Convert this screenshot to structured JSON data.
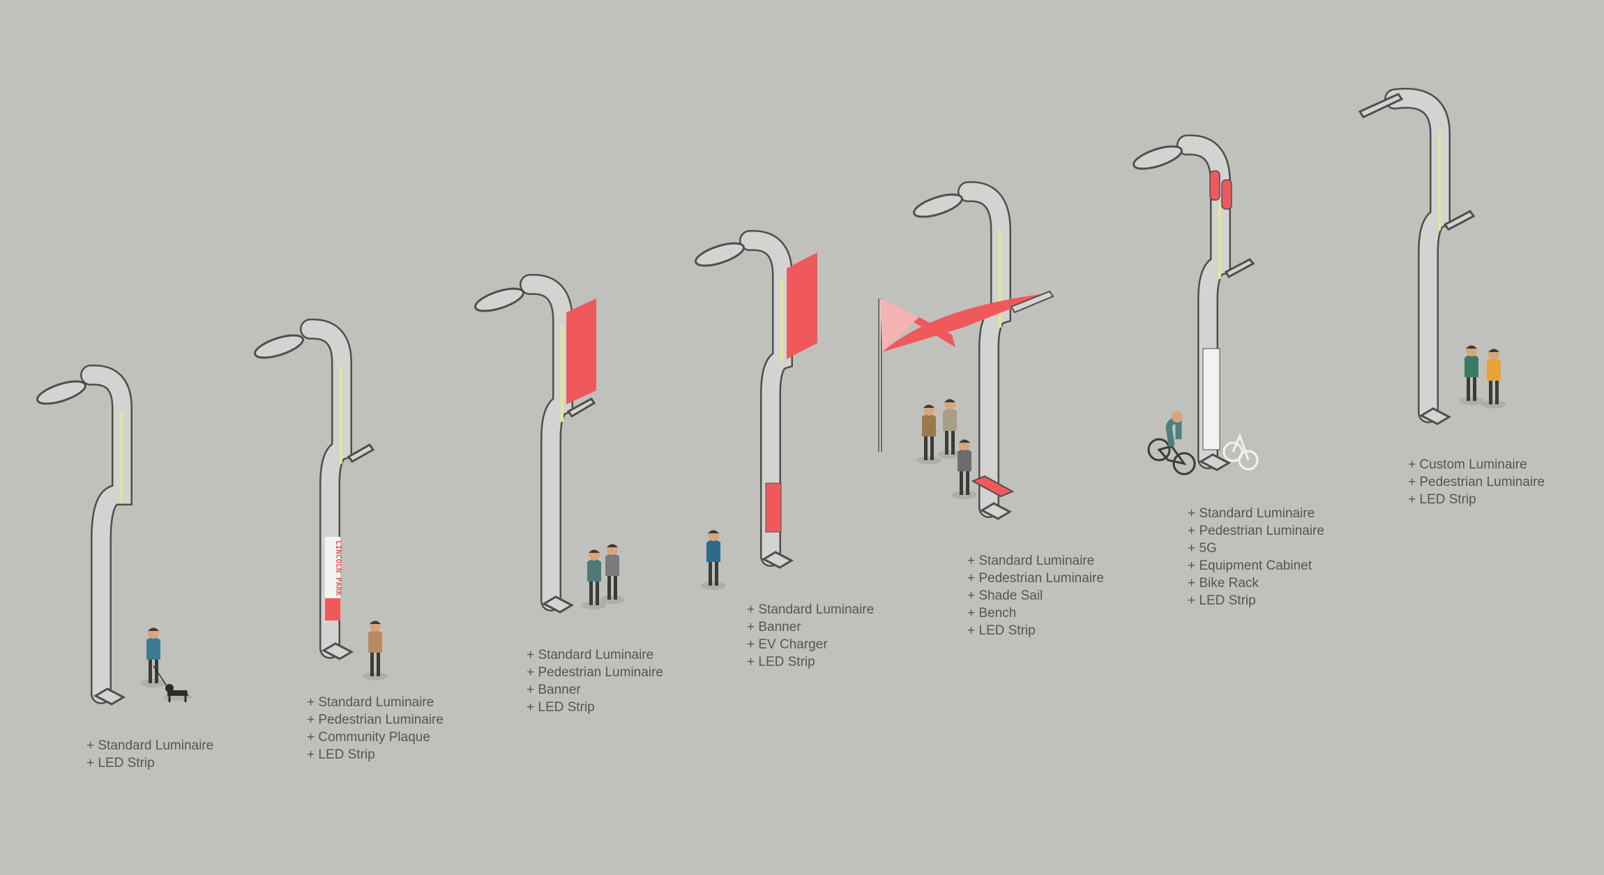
{
  "poles": [
    {
      "id": "pole-1",
      "features": [
        "+ Standard Luminaire",
        "+ LED Strip"
      ]
    },
    {
      "id": "pole-2",
      "features": [
        "+ Standard Luminaire",
        "+ Pedestrian Luminaire",
        "+ Community Plaque",
        "+ LED Strip"
      ],
      "plaque_text": "LINCOLN PARK"
    },
    {
      "id": "pole-3",
      "features": [
        "+ Standard Luminaire",
        "+ Pedestrian Luminaire",
        "+ Banner",
        "+ LED Strip"
      ]
    },
    {
      "id": "pole-4",
      "features": [
        "+ Standard Luminaire",
        "+ Banner",
        "+ EV Charger",
        "+ LED Strip"
      ]
    },
    {
      "id": "pole-5",
      "features": [
        "+ Standard Luminaire",
        "+ Pedestrian Luminaire",
        "+ Shade Sail",
        "+ Bench",
        "+ LED Strip"
      ]
    },
    {
      "id": "pole-6",
      "features": [
        "+ Standard Luminaire",
        "+ Pedestrian Luminaire",
        "+ 5G",
        "+ Equipment Cabinet",
        "+ Bike Rack",
        "+ LED Strip"
      ]
    },
    {
      "id": "pole-7",
      "features": [
        "+ Custom Luminaire",
        "+ Pedestrian Luminaire",
        "+ LED Strip"
      ]
    }
  ],
  "colors": {
    "background": "#c0c1bd",
    "accent_red": "#f0595c",
    "accent_pink": "#f6b3b4",
    "pole_fill": "#d3d4d1",
    "pole_stroke": "#4e4f4c",
    "led_strip": "#e6e29c",
    "text": "#555652"
  },
  "icons": [
    "street-lamp-icon",
    "person-icon",
    "dog-icon",
    "bicycle-icon",
    "bench-icon",
    "banner-icon",
    "shade-sail-icon",
    "ev-charger-icon",
    "5g-antenna-icon",
    "equipment-cabinet-icon"
  ]
}
